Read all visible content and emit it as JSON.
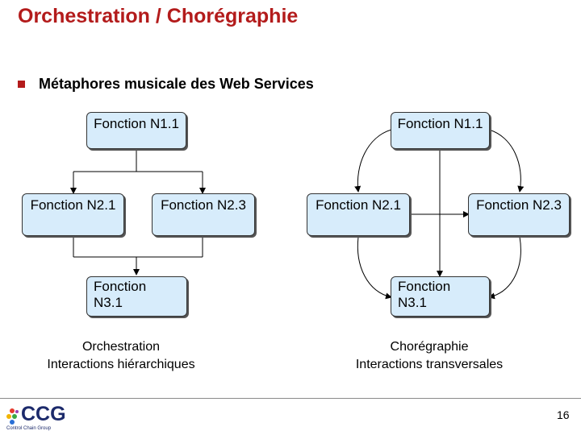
{
  "slide": {
    "title": "Orchestration / Chorégraphie",
    "bullet": "Métaphores musicale des Web Services",
    "page_number": "16"
  },
  "left_diagram": {
    "top": "Fonction N1.1",
    "mid_left": "Fonction N2.1",
    "mid_right": "Fonction N2.3",
    "bottom": "Fonction\nN3.1",
    "caption": "Orchestration\nInteractions hiérarchiques"
  },
  "right_diagram": {
    "top": "Fonction N1.1",
    "mid_left": "Fonction N2.1",
    "mid_right": "Fonction N2.3",
    "bottom": "Fonction\nN3.1",
    "caption": "Chorégraphie\nInteractions transversales"
  },
  "logo": {
    "name": "CCG",
    "subtitle": "Control Chain Group"
  },
  "colors": {
    "title": "#b31b1b",
    "box_fill": "#d7ecfb",
    "logo": "#1c2a6b"
  }
}
